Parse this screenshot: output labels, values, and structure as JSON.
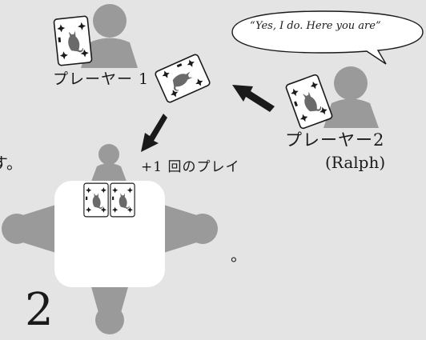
{
  "labels": {
    "player1": "プレーヤー 1",
    "player2": "プレーヤー2",
    "player2_name": "(Ralph)",
    "plays_once": "+1 回のプレイ",
    "speech": "“Yes, I do. Here you are”",
    "cut_text_1": "，",
    "cut_text_2": "す。",
    "cut_text_3": "。",
    "figure_number": "2"
  },
  "colors": {
    "background": "#e4e4e4",
    "person": "#9a9a9a",
    "table": "#ffffff",
    "card": "#ffffff",
    "cat": "#6a6a6a",
    "ink": "#1a1a1a"
  },
  "icons": [
    "person-icon",
    "card-icon",
    "cat-icon",
    "arrow-icon",
    "speech-bubble-icon"
  ]
}
